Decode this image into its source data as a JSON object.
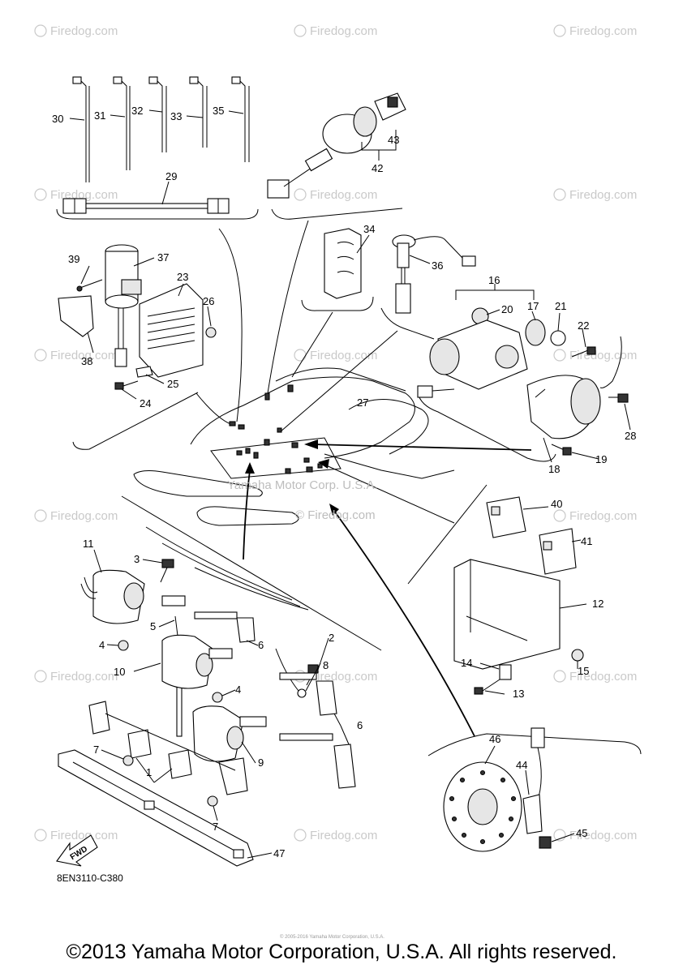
{
  "watermark": {
    "text": "Firedog.com",
    "symbol": "©"
  },
  "center_watermark": {
    "line1": "Yamaha Motor Corp. U.S.A.",
    "line2": "© Firedog.com"
  },
  "diagram_code": "8EN3110-C380",
  "fwd_label": "FWD",
  "copyright": "©2013 Yamaha Motor Corporation, U.S.A. All rights reserved.",
  "tiny_notice": "© 2005-2016 Yamaha Motor Corporation, U.S.A.",
  "callouts": {
    "c1": "1",
    "c2": "2",
    "c3": "3",
    "c4a": "4",
    "c4b": "4",
    "c5": "5",
    "c6a": "6",
    "c6b": "6",
    "c7a": "7",
    "c7b": "7",
    "c8": "8",
    "c9": "9",
    "c10": "10",
    "c11": "11",
    "c12": "12",
    "c13": "13",
    "c14": "14",
    "c15": "15",
    "c16": "16",
    "c17": "17",
    "c18": "18",
    "c19": "19",
    "c20": "20",
    "c21": "21",
    "c22": "22",
    "c23": "23",
    "c24": "24",
    "c25": "25",
    "c26": "26",
    "c27": "27",
    "c28": "28",
    "c29": "29",
    "c30": "30",
    "c31": "31",
    "c32": "32",
    "c33": "33",
    "c34": "34",
    "c35": "35",
    "c36": "36",
    "c37": "37",
    "c38": "38",
    "c39": "39",
    "c40": "40",
    "c41": "41",
    "c42": "42",
    "c43": "43",
    "c44": "44",
    "c45": "45",
    "c46": "46",
    "c47": "47"
  }
}
